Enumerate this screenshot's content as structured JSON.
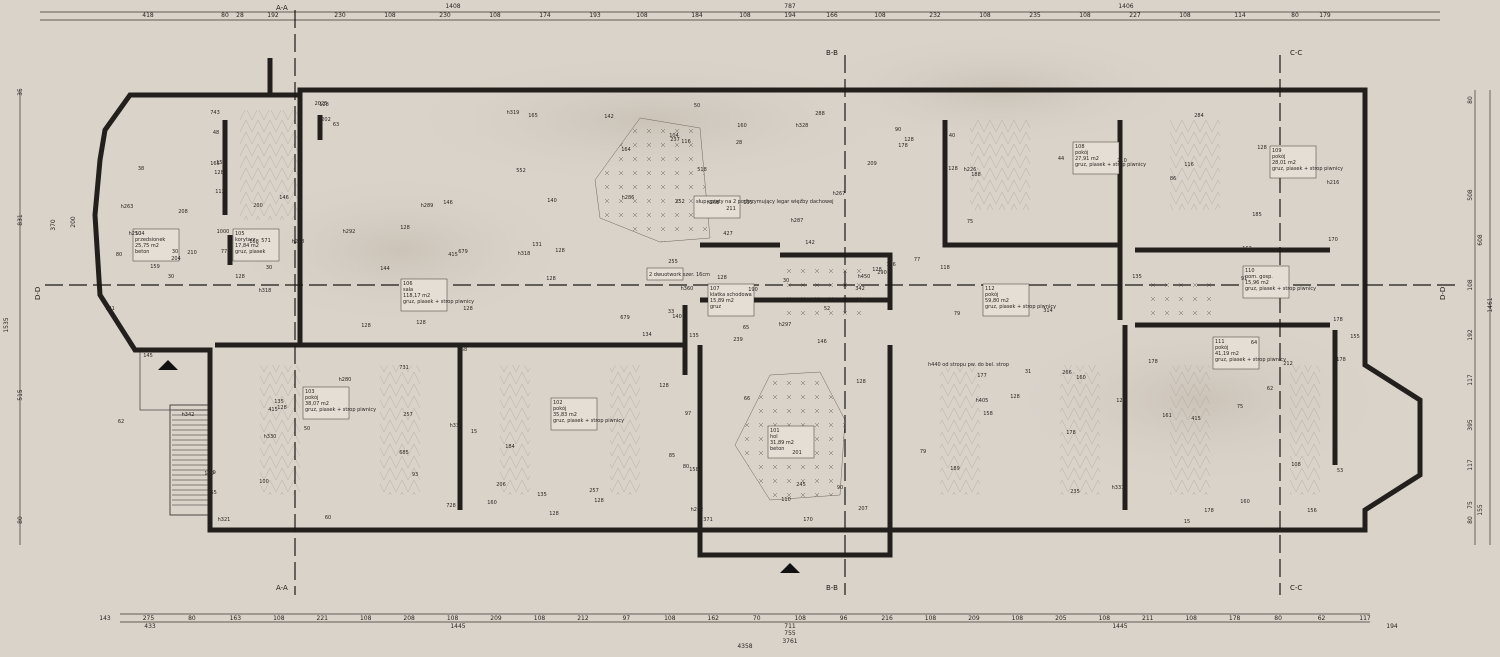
{
  "top_dims_row1": [
    "418",
    "80",
    "28",
    "192",
    "230",
    "108",
    "230",
    "108",
    "174",
    "193",
    "108",
    "184",
    "108",
    "194",
    "166",
    "108",
    "232",
    "108",
    "235",
    "108",
    "227",
    "108",
    "114",
    "80",
    "179"
  ],
  "top_dims_row2": [
    {
      "text": "1408"
    },
    {
      "text": "787"
    },
    {
      "text": "1406"
    }
  ],
  "bottom_dims_row1": [
    "143",
    "275",
    "80",
    "163",
    "108",
    "221",
    "108",
    "208",
    "108",
    "209",
    "108",
    "212",
    "97",
    "108",
    "162",
    "70",
    "108",
    "96",
    "216",
    "108",
    "209",
    "108",
    "205",
    "108",
    "211",
    "108",
    "178",
    "80",
    "62",
    "117"
  ],
  "bottom_dims_row2": [
    "433",
    "1445",
    "711",
    "1445",
    "194"
  ],
  "bottom_dims_row3": [
    "755"
  ],
  "bottom_dims_row4": [
    "4358"
  ],
  "bottom_dims_row5": [
    "3761"
  ],
  "left_dims": [
    "35",
    "831",
    "200",
    "370",
    "1535",
    "515",
    "80"
  ],
  "right_dims": [
    "80",
    "508",
    "608",
    "108",
    "1461",
    "192",
    "117",
    "395",
    "117",
    "75",
    "80",
    "155"
  ],
  "section_marks": {
    "a_top": "A-A",
    "a_bottom": "A-A",
    "b_top": "B-B",
    "b_bottom": "B-B",
    "c_top": "C-C",
    "c_bottom": "C-C",
    "d_left": "D-D",
    "d_right": "D-D"
  },
  "rooms": [
    {
      "id": "104",
      "name": "przedsionek",
      "area": "25,75 m2",
      "finish": "beton"
    },
    {
      "id": "105",
      "name": "korytarz",
      "area": "17,84 m2",
      "finish": "gruz, piasek"
    },
    {
      "id": "106",
      "name": "sala",
      "area": "118,17 m2",
      "finish": "gruz, piasek + strop piwnicy"
    },
    {
      "id": "107",
      "name": "klatka schodowa",
      "area": "15,89 m2",
      "finish": "gruz"
    },
    {
      "id": "108",
      "name": "pokój",
      "area": "27,91 m2",
      "finish": "gruz, piasek + strop piwnicy"
    },
    {
      "id": "109",
      "name": "pokój",
      "area": "28,01 m2",
      "finish": "gruz, piasek + strop piwnicy"
    },
    {
      "id": "110",
      "name": "pom. gosp.",
      "area": "15,96 m2",
      "finish": "gruz, piasek + strop piwnicy"
    },
    {
      "id": "111",
      "name": "pokój",
      "area": "41,19 m2",
      "finish": "gruz, piasek + strop piwnicy"
    },
    {
      "id": "112",
      "name": "pokój",
      "area": "59,80 m2",
      "finish": "gruz, piasek + strop piwnicy"
    },
    {
      "id": "101",
      "name": "hol",
      "area": "31,89 m2",
      "finish": "beton"
    },
    {
      "id": "102",
      "name": "pokój",
      "area": "35,83 m2",
      "finish": "gruz, piasek + strop piwnicy"
    },
    {
      "id": "103",
      "name": "pokój",
      "area": "38,07 m2",
      "finish": "gruz, piasek + strop piwnicy"
    }
  ],
  "notes": {
    "column": "słup opięty na 2 podtrzymujący legar więźby dachowej",
    "opening": "2 dwuotwork szer. 16cm",
    "ceiling": "h440 od stropu pw. do bel. strop"
  },
  "inner_labels": [
    "239",
    "200",
    "140",
    "389",
    "h450",
    "15",
    "40",
    "135",
    "h226",
    "52",
    "63",
    "156",
    "h318",
    "h216",
    "134",
    "75",
    "60",
    "252",
    "142",
    "50",
    "128",
    "265",
    "93",
    "h268",
    "290",
    "160",
    "146",
    "116",
    "30",
    "177",
    "170",
    "33",
    "85",
    "h360",
    "146",
    "44",
    "h335",
    "178",
    "108",
    "266",
    "288",
    "h318",
    "144",
    "158",
    "728",
    "80",
    "342",
    "h321",
    "158",
    "378",
    "h330",
    "185",
    "38",
    "128",
    "189",
    "685",
    "202",
    "743",
    "201",
    "116",
    "160",
    "128",
    "210",
    "128",
    "210",
    "2025",
    "128",
    "164",
    "128",
    "62",
    "97",
    "135",
    "31",
    "415",
    "150",
    "48",
    "h292",
    "145",
    "255",
    "245",
    "30",
    "100",
    "79",
    "62",
    "h262",
    "91",
    "66",
    "h331",
    "170",
    "79",
    "104",
    "155",
    "118",
    "178",
    "190",
    "75",
    "204",
    "371",
    "128",
    "188",
    "128",
    "h319",
    "178",
    "159",
    "h280",
    "257",
    "206",
    "128",
    "86",
    "128",
    "64",
    "128",
    "211",
    "679",
    "165",
    "h342",
    "135",
    "128",
    "h286",
    "142",
    "415",
    "284",
    "h287",
    "140",
    "314",
    "731",
    "160",
    "128",
    "135",
    "112",
    "128",
    "207",
    "679",
    "552",
    "212",
    "128",
    "68",
    "135",
    "178",
    "131",
    "146",
    "30",
    "161",
    "h297",
    "156",
    "150",
    "257",
    "235",
    "80",
    "237",
    "162",
    "h289",
    "30",
    "128",
    "178",
    "h328",
    "518",
    "427",
    "128",
    "h267",
    "128",
    "28",
    "121",
    "50",
    "178",
    "1000",
    "128",
    "53",
    "128",
    "15",
    "415",
    "90",
    "h250",
    "90",
    "77",
    "160",
    "209",
    "h405",
    "h263",
    "571",
    "208",
    "65",
    "110",
    "77",
    "165",
    "h258",
    "168",
    "128",
    "184"
  ]
}
